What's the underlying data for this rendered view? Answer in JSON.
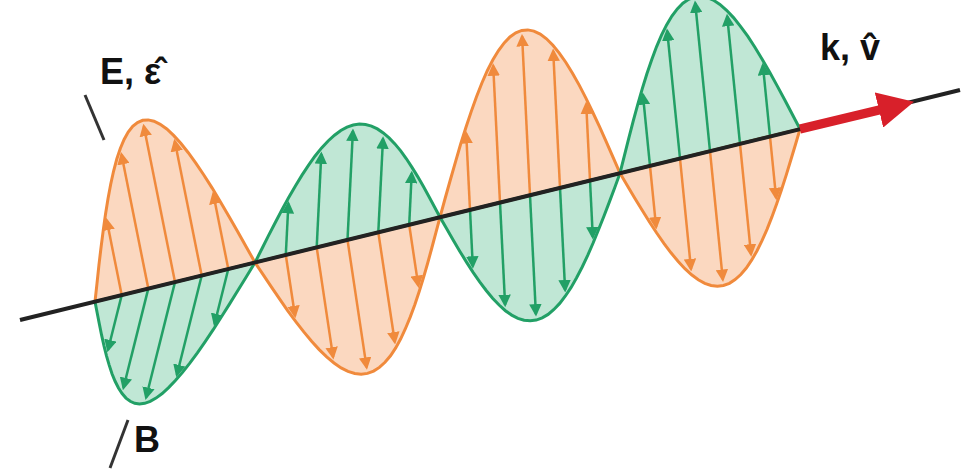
{
  "diagram": {
    "labels": [
      "E, ε̂",
      "B",
      "k, v̂"
    ]
  }
}
